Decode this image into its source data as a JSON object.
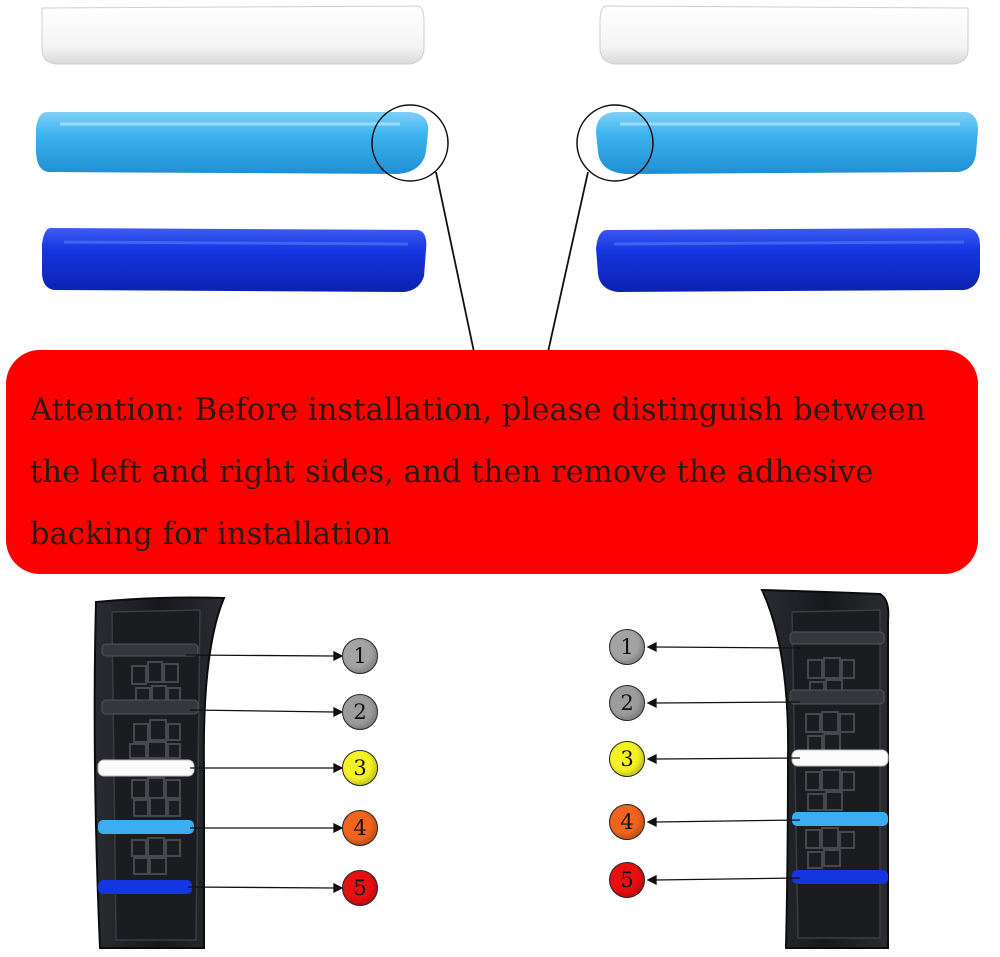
{
  "attention": {
    "line1": "Attention: Before installation, please distinguish between",
    "line2": "the left and right sides, and then remove the adhesive",
    "line3": "backing for installation"
  },
  "callouts": [
    {
      "label": "1",
      "color": "#a3a3a3"
    },
    {
      "label": "2",
      "color": "#9c9c9c"
    },
    {
      "label": "3",
      "color": "#f5f224"
    },
    {
      "label": "4",
      "color": "#f0641e"
    },
    {
      "label": "5",
      "color": "#e80f10"
    }
  ],
  "colors": {
    "banner": "#fe0000",
    "white_strip": "#f7f7f7",
    "light_blue_strip": "#2ea8ea",
    "dark_blue_strip": "#1030d8",
    "grille": "#1d1f24"
  }
}
